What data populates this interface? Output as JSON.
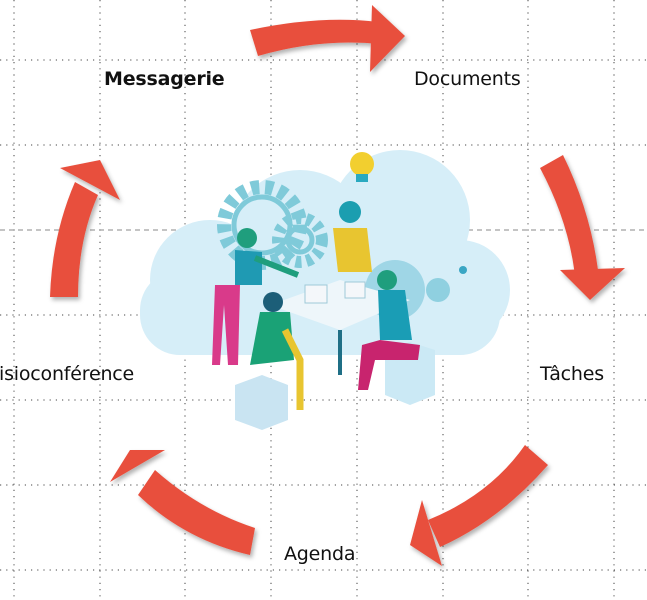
{
  "diagram": {
    "title": "Cycle des outils collaboratifs",
    "nodes": [
      {
        "id": "messagerie",
        "label": "Messagerie",
        "emphasis": "bold"
      },
      {
        "id": "documents",
        "label": "Documents"
      },
      {
        "id": "taches",
        "label": "Tâches"
      },
      {
        "id": "agenda",
        "label": "Agenda"
      },
      {
        "id": "visio",
        "label": "isioconférence"
      }
    ],
    "edges": [
      {
        "from": "messagerie",
        "to": "documents"
      },
      {
        "from": "documents",
        "to": "taches"
      },
      {
        "from": "taches",
        "to": "agenda"
      },
      {
        "from": "agenda",
        "to": "visio"
      },
      {
        "from": "visio",
        "to": "messagerie"
      }
    ],
    "center_image": "team-collaboration-illustration",
    "colors": {
      "arrow": "#e8503e",
      "cloud": "#d6eef8",
      "grid": "#555555"
    }
  }
}
